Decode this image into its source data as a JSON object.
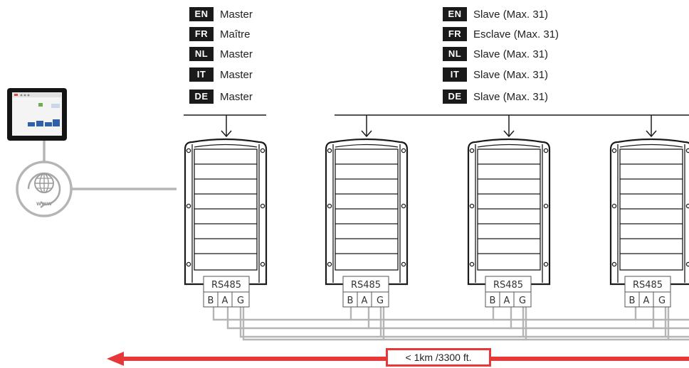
{
  "master_labels": [
    {
      "code": "EN",
      "text": "Master"
    },
    {
      "code": "FR",
      "text": "Maître"
    },
    {
      "code": "NL",
      "text": "Master"
    },
    {
      "code": "IT",
      "text": "Master"
    },
    {
      "code": "DE",
      "text": "Master"
    }
  ],
  "slave_labels": [
    {
      "code": "EN",
      "text": "Slave (Max. 31)"
    },
    {
      "code": "FR",
      "text": "Esclave (Max. 31)"
    },
    {
      "code": "NL",
      "text": "Slave (Max. 31)"
    },
    {
      "code": "IT",
      "text": "Slave (Max. 31)"
    },
    {
      "code": "DE",
      "text": "Slave (Max. 31)"
    }
  ],
  "terminal": {
    "title": "RS485",
    "pins": [
      "B",
      "A",
      "G"
    ]
  },
  "globe_label": "www",
  "distance_label": "< 1km /3300 ft.",
  "colors": {
    "accent_red": "#e63838",
    "badge_bg": "#1a1a1a",
    "wire_gray": "#b5b5b5"
  }
}
